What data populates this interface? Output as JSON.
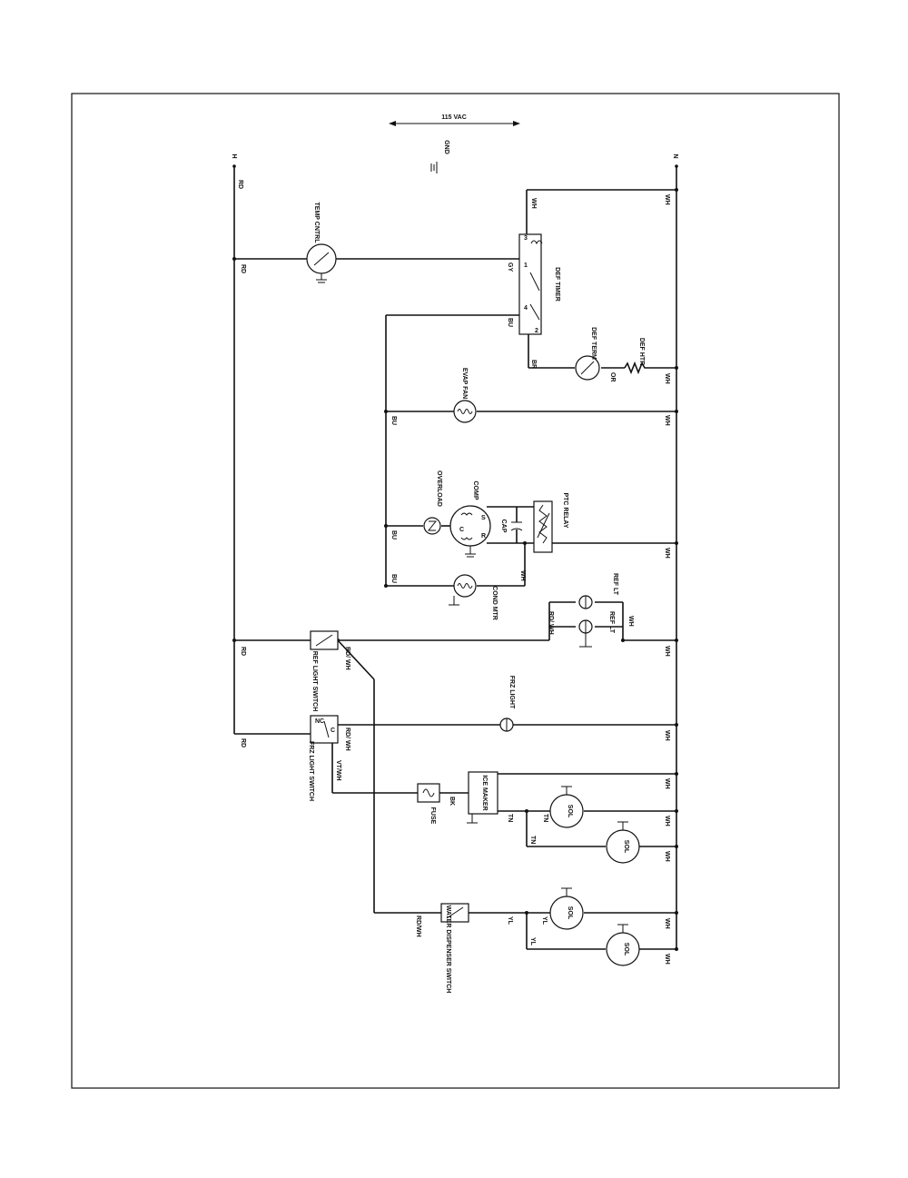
{
  "supply": {
    "voltage": "115 VAC",
    "hot": "H",
    "neutral": "N",
    "ground": "GND"
  },
  "wires": {
    "rd": "RD",
    "wh": "WH",
    "bu": "BU",
    "gy": "GY",
    "br": "BR",
    "or": "OR",
    "bk": "BK",
    "tn": "TN",
    "yl": "YL",
    "rd_wh": "RD/ WH",
    "vt_wh": "VT/WH",
    "rd_wh2": "RD/WH"
  },
  "components": {
    "temp_control": "TEMP CNTRL",
    "defrost_timer": "DEF TIMER",
    "timer_terminals": [
      "3",
      "1",
      "4",
      "2"
    ],
    "defrost_term": "DEF TERM",
    "defrost_heater": "DEF HTR",
    "evap_fan": "EVAP FAN",
    "overload": "OVERLOAD",
    "compressor": "COMP",
    "comp_terminals": [
      "S",
      "C",
      "R"
    ],
    "capacitor": "CAP",
    "ptc_relay": "PTC RELAY",
    "cond_motor": "COND MTR",
    "ref_light_1": "REF LT",
    "ref_light_2": "REF LT",
    "ref_light_switch": "REF LIGHT SWITCH",
    "frz_light": "FRZ LIGHT",
    "frz_light_switch": "FRZ LIGHT SWITCH",
    "switch_nc": "NC",
    "switch_c": "C",
    "ice_maker": "ICE MAKER",
    "fuse": "FUSE",
    "sol": "SOL",
    "water_switch": "WATER DISPENSER SWITCH"
  }
}
